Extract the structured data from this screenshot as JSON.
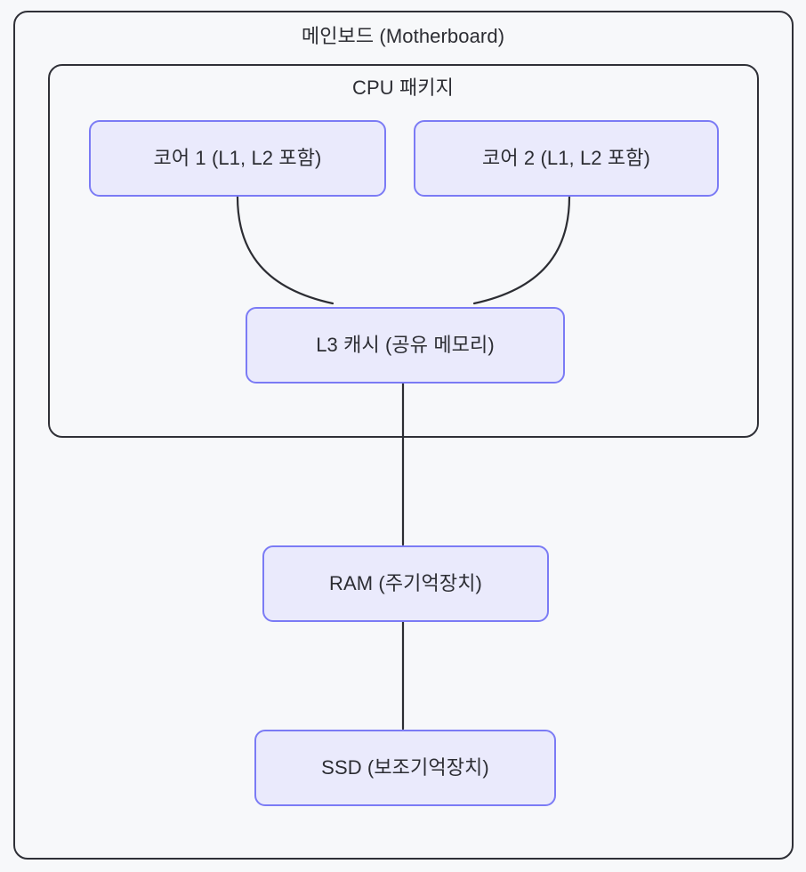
{
  "diagram": {
    "title": "메인보드 (Motherboard)",
    "background_color": "#f7f8fa",
    "node_fill_color": "#eaeafc",
    "node_border_color": "#7b7bf5",
    "container_border_color": "#2f3037",
    "text_color": "#2c2d33",
    "containers": [
      {
        "id": "motherboard",
        "label": "메인보드 (Motherboard)"
      },
      {
        "id": "cpu_package",
        "label": "CPU 패키지"
      }
    ],
    "nodes": [
      {
        "id": "core1",
        "label": "코어 1 (L1, L2 포함)"
      },
      {
        "id": "core2",
        "label": "코어 2 (L1, L2 포함)"
      },
      {
        "id": "l3",
        "label": "L3 캐시 (공유 메모리)"
      },
      {
        "id": "ram",
        "label": "RAM (주기억장치)"
      },
      {
        "id": "ssd",
        "label": "SSD (보조기억장치)"
      }
    ],
    "edges": [
      {
        "from": "core1",
        "to": "l3",
        "style": "curved"
      },
      {
        "from": "core2",
        "to": "l3",
        "style": "curved"
      },
      {
        "from": "l3",
        "to": "ram",
        "style": "straight"
      },
      {
        "from": "ram",
        "to": "ssd",
        "style": "straight"
      }
    ]
  }
}
